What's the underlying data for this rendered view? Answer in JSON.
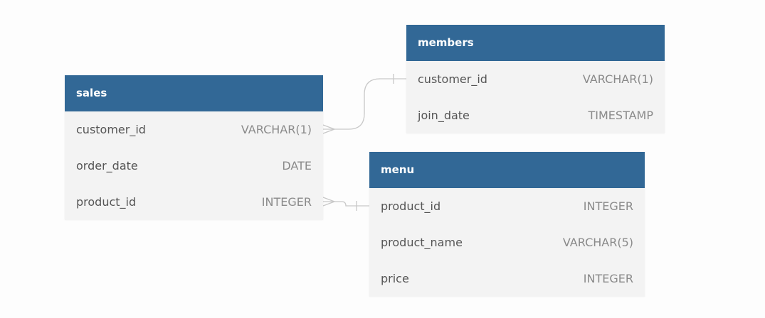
{
  "tables": {
    "sales": {
      "name": "sales",
      "columns": [
        {
          "name": "customer_id",
          "type": "VARCHAR(1)"
        },
        {
          "name": "order_date",
          "type": "DATE"
        },
        {
          "name": "product_id",
          "type": "INTEGER"
        }
      ]
    },
    "members": {
      "name": "members",
      "columns": [
        {
          "name": "customer_id",
          "type": "VARCHAR(1)"
        },
        {
          "name": "join_date",
          "type": "TIMESTAMP"
        }
      ]
    },
    "menu": {
      "name": "menu",
      "columns": [
        {
          "name": "product_id",
          "type": "INTEGER"
        },
        {
          "name": "product_name",
          "type": "VARCHAR(5)"
        },
        {
          "name": "price",
          "type": "INTEGER"
        }
      ]
    }
  },
  "colors": {
    "header": "#326896",
    "table_body": "#f3f3f3",
    "connector": "#c8c8c8"
  }
}
